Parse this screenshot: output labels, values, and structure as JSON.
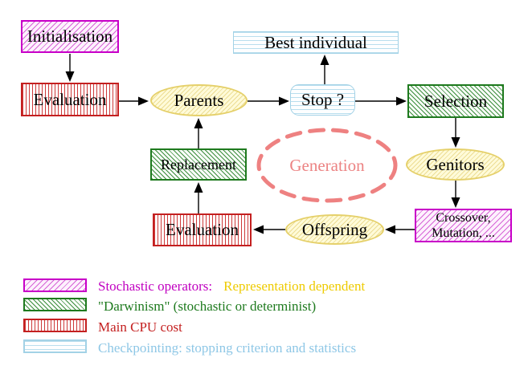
{
  "nodes": {
    "initialisation": "Initialisation",
    "evaluation_top": "Evaluation",
    "parents": "Parents",
    "best_individual": "Best individual",
    "stop": "Stop ?",
    "selection": "Selection",
    "replacement": "Replacement",
    "generation": "Generation",
    "genitors": "Genitors",
    "evaluation_bottom": "Evaluation",
    "offspring": "Offspring",
    "crossover_line1": "Crossover,",
    "crossover_line2": "Mutation, ..."
  },
  "legend": {
    "rows": [
      {
        "label": "Stochastic operators:",
        "label2": "Representation dependent"
      },
      {
        "label": "\"Darwinism\" (stochastic or determinist)"
      },
      {
        "label": "Main CPU cost"
      },
      {
        "label": "Checkpointing: stopping criterion and statistics"
      }
    ]
  },
  "colors": {
    "magenta": "#c800c8",
    "green": "#1e7a1e",
    "red": "#c42020",
    "cyan_border": "#a3d2e6",
    "yellow_border": "#e5d06a",
    "salmon_dashed": "#ee8181",
    "gold_text": "#eecb00",
    "cyan_text": "#8ec7e6",
    "arrow": "#000000"
  }
}
